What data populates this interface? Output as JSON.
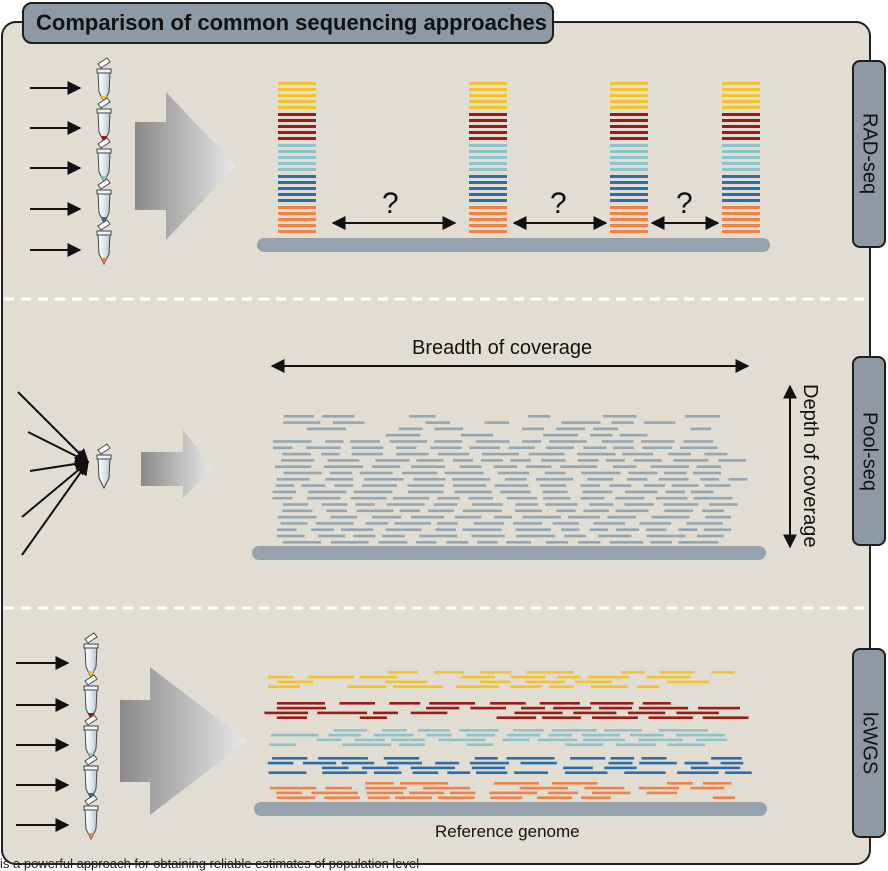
{
  "title": "Comparison of common sequencing approaches",
  "panels": {
    "rad": {
      "tab_label": "RAD-seq",
      "gap_label": "?"
    },
    "pool": {
      "tab_label": "Pool-seq",
      "breadth_label": "Breadth of coverage",
      "depth_label": "Depth of coverage"
    },
    "lcwgs": {
      "tab_label": "lcWGS",
      "reference_label": "Reference genome"
    }
  },
  "colors": {
    "panel_bg": "#e1ddd2",
    "yellow": "#f2c22f",
    "red": "#9b1b17",
    "teal": "#8fc3cb",
    "blue": "#2e6ea6",
    "orange": "#ef8248",
    "grey_read": "#95a6b3",
    "genome_bar": "#96a2ac",
    "tab_fill": "#8e9aa3"
  },
  "footer": {
    "partial_text": "is a powerful approach for obtaining reliable estimates of population level"
  }
}
